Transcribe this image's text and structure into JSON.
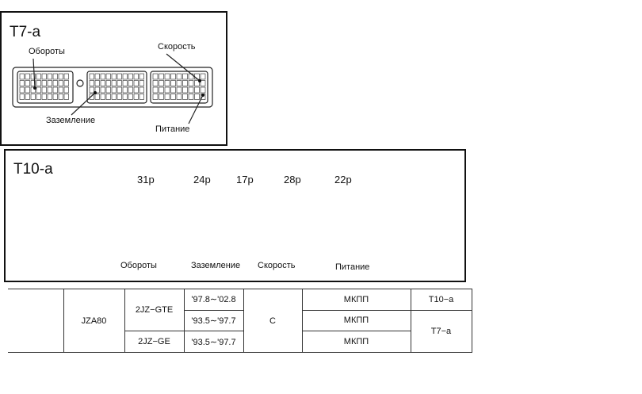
{
  "t7": {
    "title": "T7-a",
    "labels": {
      "rpm": "Обороты",
      "speed": "Скорость",
      "ground": "Заземление",
      "power": "Питание"
    }
  },
  "t10": {
    "title": "T10-a",
    "pin_counts": [
      "31p",
      "24p",
      "17p",
      "28p",
      "22p"
    ],
    "labels": {
      "rpm": "Обороты",
      "ground": "Заземление",
      "speed": "Скорость",
      "power": "Питание"
    }
  },
  "table": {
    "model": "JZA80",
    "engines": [
      "2JZ−GTE",
      "2JZ−GE"
    ],
    "periods": [
      "'97.8∼'02.8",
      "'93.5∼'97.7",
      "'93.5∼'97.7"
    ],
    "trans_type": "C",
    "gearbox": [
      "МКПП",
      "МКПП",
      "МКПП"
    ],
    "connectors": [
      "T10−a",
      "T7−a"
    ]
  }
}
